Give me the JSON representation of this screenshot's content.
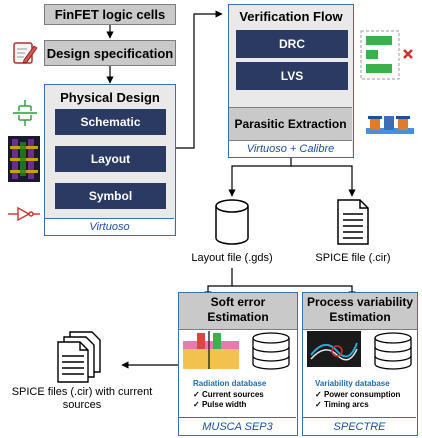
{
  "left_column": {
    "finfet_title": "FinFET logic cells",
    "design_spec": "Design specification",
    "physical_design": {
      "title": "Physical Design",
      "items": [
        "Schematic",
        "Layout",
        "Symbol"
      ],
      "tool": "Virtuoso"
    }
  },
  "verification": {
    "title": "Verification Flow",
    "items": [
      "DRC",
      "LVS"
    ],
    "parasitic": "Parasitic Extraction",
    "tool": "Virtuoso + Calibre"
  },
  "files": {
    "layout": "Layout file (.gds)",
    "spice": "SPICE file (.cir)",
    "spice_out": "SPICE files (.cir) with current sources"
  },
  "soft_error": {
    "title": "Soft error Estimation",
    "db_title": "Radiation database",
    "bullets": [
      "Current sources",
      "Pulse width"
    ],
    "tool": "MUSCA SEP3"
  },
  "variability": {
    "title": "Process variability Estimation",
    "db_title": "Variability database",
    "bullets": [
      "Power consumption",
      "Timing arcs"
    ],
    "tool": "SPECTRE"
  },
  "icon_names": [
    "notepad-pencil-icon",
    "schematic-icon",
    "layout-thumbnail-icon",
    "inverter-symbol-icon",
    "drc-lvs-check-icon",
    "parasitic-transistor-icon",
    "database-cylinder-icon",
    "document-icon",
    "document-stack-icon"
  ]
}
